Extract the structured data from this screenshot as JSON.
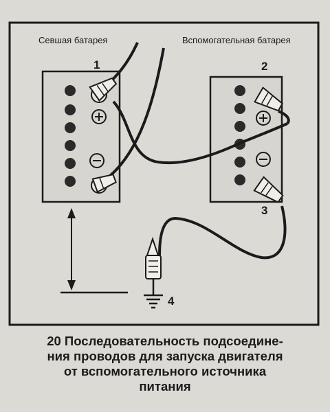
{
  "labels": {
    "dead_battery": "Севшая батарея",
    "booster_battery": "Вспомогательная батарея",
    "plus_sign": "⊕",
    "minus_sign": "⊖"
  },
  "steps": [
    "1",
    "2",
    "3",
    "4"
  ],
  "caption": {
    "number": "20",
    "lines": [
      "20 Последовательность подсоедине-",
      "ния проводов для запуска двигателя",
      "от вспомогательного источника",
      "питания"
    ]
  },
  "colors": {
    "ink": "#1b1b1b",
    "paper": "#dcdad5",
    "battery_fill": "#d7d5cf"
  }
}
